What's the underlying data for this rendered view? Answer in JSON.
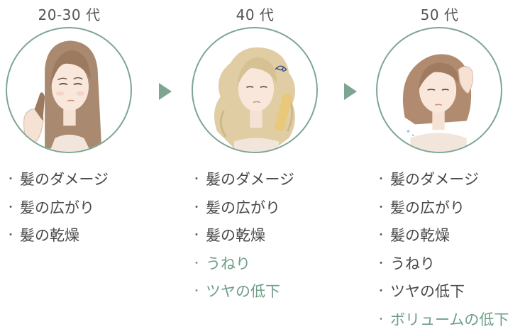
{
  "stages": [
    {
      "age": "20-30 代",
      "items": [
        {
          "text": "髪のダメージ",
          "highlight": false
        },
        {
          "text": "髪の広がり",
          "highlight": false
        },
        {
          "text": "髪の乾燥",
          "highlight": false
        }
      ]
    },
    {
      "age": "40 代",
      "items": [
        {
          "text": "髪のダメージ",
          "highlight": false
        },
        {
          "text": "髪の広がり",
          "highlight": false
        },
        {
          "text": "髪の乾燥",
          "highlight": false
        },
        {
          "text": "うねり",
          "highlight": true
        },
        {
          "text": "ツヤの低下",
          "highlight": true
        }
      ]
    },
    {
      "age": "50 代",
      "items": [
        {
          "text": "髪のダメージ",
          "highlight": false
        },
        {
          "text": "髪の広がり",
          "highlight": false
        },
        {
          "text": "髪の乾燥",
          "highlight": false
        },
        {
          "text": "うねり",
          "highlight": false
        },
        {
          "text": "ツヤの低下",
          "highlight": false
        },
        {
          "text": "ボリュームの低下",
          "highlight": true
        }
      ]
    }
  ],
  "bullet": "・",
  "colors": {
    "accent": "#7ea593",
    "highlight_text": "#6e9e87",
    "text": "#4a4a4a"
  }
}
